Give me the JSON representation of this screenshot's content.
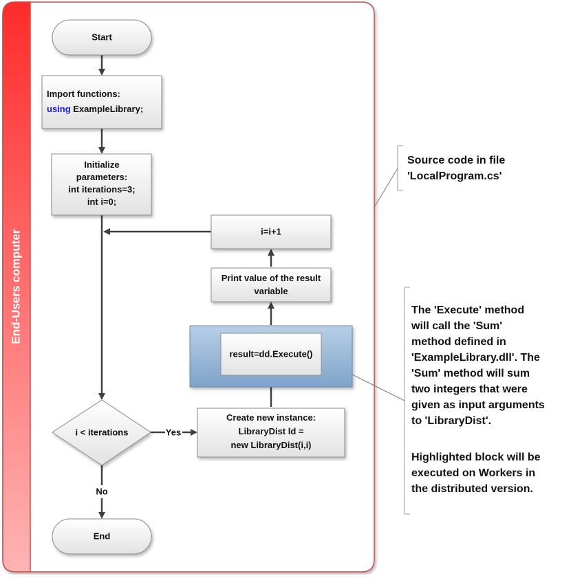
{
  "swimlane": {
    "title": "End-Users computer"
  },
  "nodes": {
    "start": "Start",
    "import": {
      "line1": "Import functions:",
      "keyword": "using",
      "rest": " ExampleLibrary;"
    },
    "init": {
      "lines": [
        "Initialize",
        "parameters:",
        "int iterations=3;",
        "int i=0;"
      ]
    },
    "increment": "i=i+1",
    "print": {
      "lines": [
        "Print value of the result",
        "variable"
      ]
    },
    "execute": "result=dd.Execute()",
    "create": {
      "lines": [
        "Create new instance:",
        "LibraryDist ld =",
        "new LibraryDist(i,i)"
      ]
    },
    "decision": "i < iterations",
    "end": "End"
  },
  "edges": {
    "yes": "Yes",
    "no": "No"
  },
  "annotations": {
    "source": {
      "lines": [
        "Source code in file",
        "'LocalProgram.cs'"
      ]
    },
    "execute_note": {
      "lines": [
        "The 'Execute' method",
        "will call the 'Sum'",
        "method defined in",
        "'ExampleLibrary.dll'. The",
        "'Sum' method will sum",
        "two integers that were",
        "given as input arguments",
        "to 'LibraryDist'.",
        "",
        "Highlighted block will be",
        "executed on Workers in",
        "the distributed version."
      ]
    }
  },
  "colors": {
    "lane_top": "#ff2b2b",
    "lane_bottom": "#ffb4b4",
    "lane_border": "#c0504d",
    "node_fill_top": "#ffffff",
    "node_fill_bottom": "#e4e4e4",
    "node_border": "#8c8c8c",
    "highlight_top": "#b8cfe6",
    "highlight_bottom": "#7ea3c9",
    "highlight_border": "#6a8db5",
    "arrow": "#404040",
    "keyword": "#1a1adf"
  }
}
